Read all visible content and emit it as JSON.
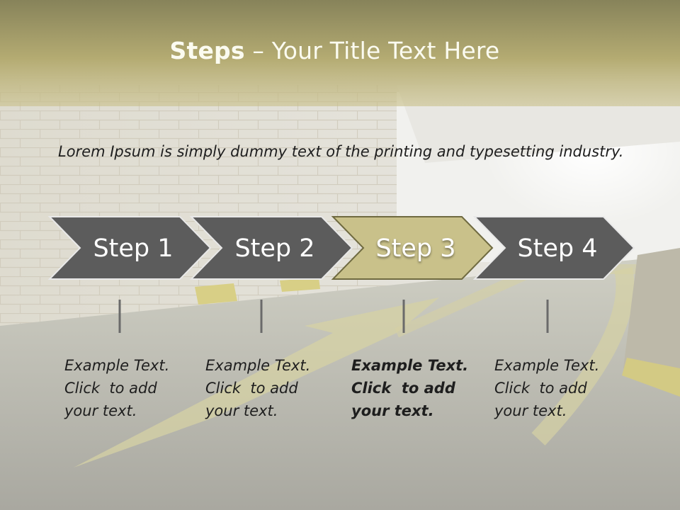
{
  "title": {
    "bold": "Steps",
    "rest": " – Your Title Text Here"
  },
  "intro": "Lorem Ipsum is simply dummy text of the printing and typesetting industry.",
  "steps": [
    {
      "label": "Step 1",
      "text_lines": [
        "Example Text.",
        "Click  to add",
        "your text."
      ],
      "active": false
    },
    {
      "label": "Step 2",
      "text_lines": [
        "Example Text.",
        "Click  to add",
        "your text."
      ],
      "active": false
    },
    {
      "label": "Step 3",
      "text_lines": [
        "Example Text.",
        "Click  to add",
        "your text."
      ],
      "active": true
    },
    {
      "label": "Step 4",
      "text_lines": [
        "Example Text.",
        "Click  to add",
        "your text."
      ],
      "active": false
    }
  ],
  "colors": {
    "header_top": "#8e8a5a",
    "header_band": "#c2b878",
    "arrow_dark": "#5a5a5a",
    "arrow_active": "#c9c18a",
    "arrow_border": "#6f6a40",
    "connector": "#6a6a6a"
  }
}
